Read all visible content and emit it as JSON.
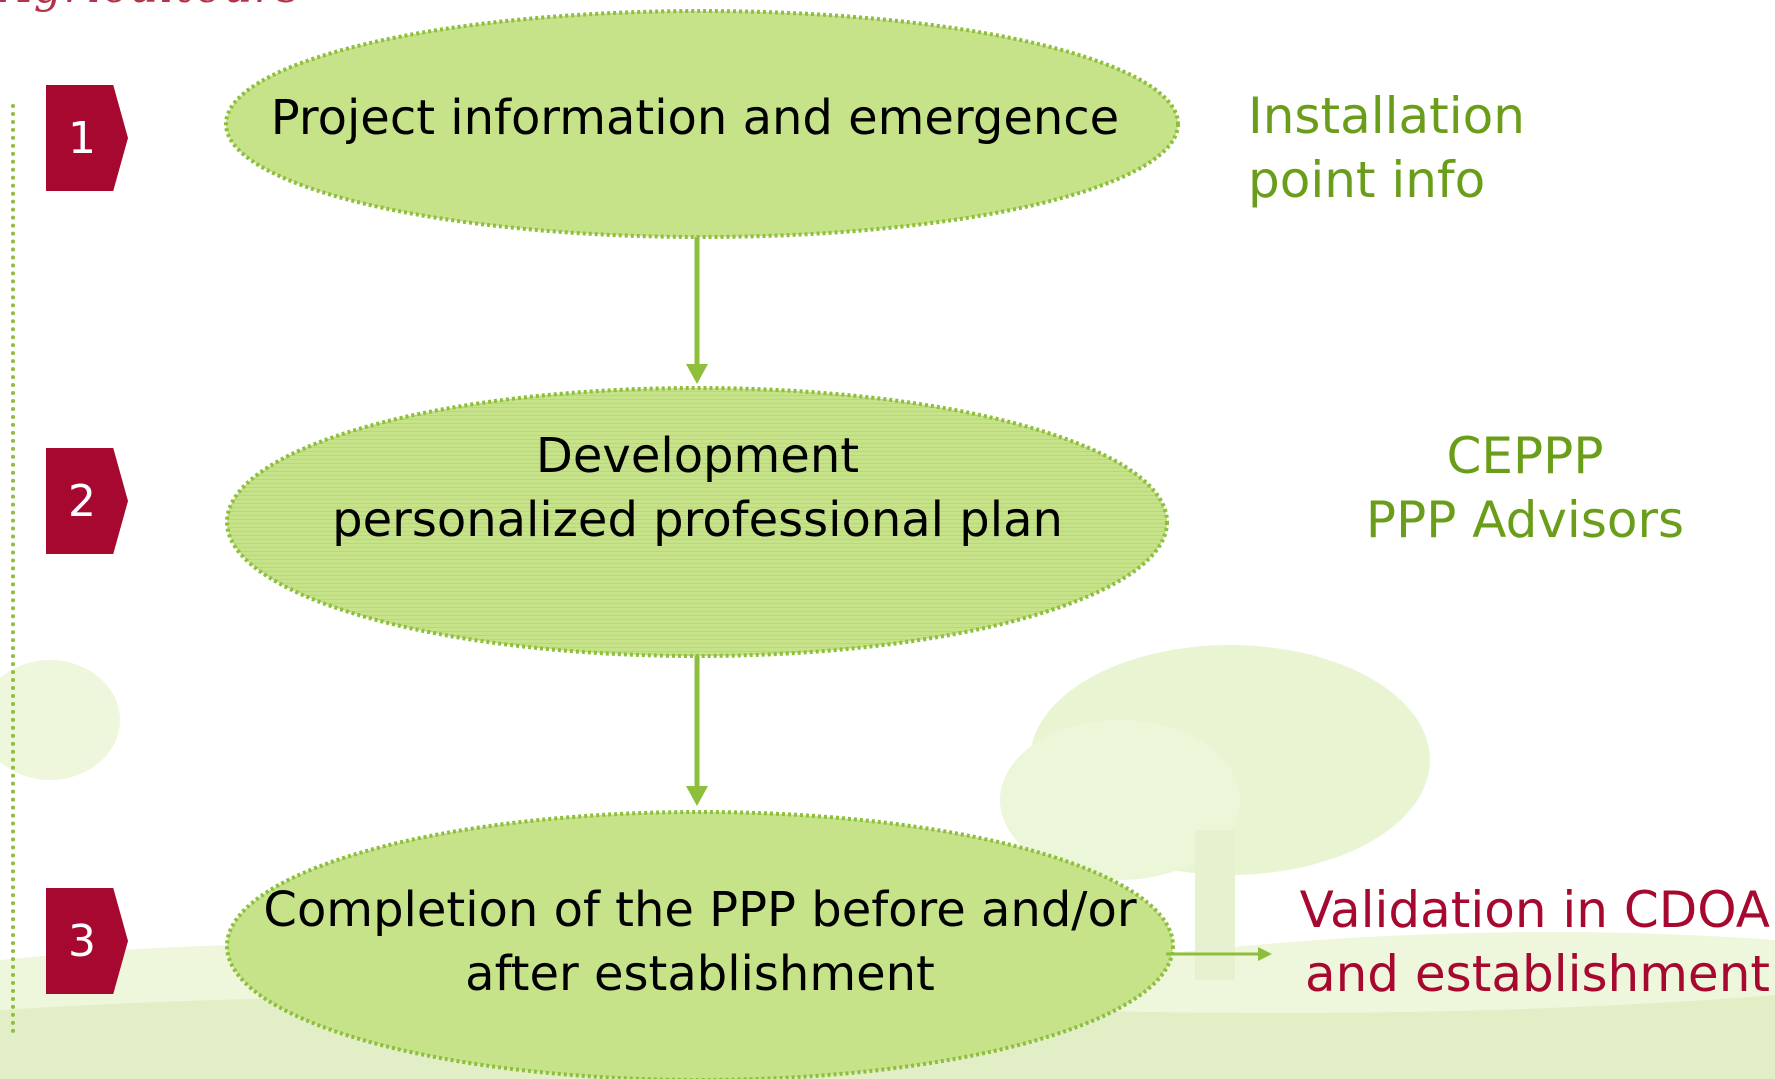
{
  "logo": {
    "text": "Agriculteurs"
  },
  "steps": [
    {
      "number": "1",
      "lines": [
        "Project  information and emergence"
      ],
      "side_lines": [
        "Installation",
        "point info"
      ],
      "side_color": "#6a9e1a"
    },
    {
      "number": "2",
      "lines": [
        "Development",
        "personalized professional plan"
      ],
      "side_lines": [
        "CEPPP",
        "PPP Advisors"
      ],
      "side_color": "#6a9e1a"
    },
    {
      "number": "3",
      "lines": [
        "Completion of the PPP before and/or",
        "after establishment"
      ],
      "side_lines": [
        "Validation in CDOA",
        "and establishment"
      ],
      "side_color": "#a6082f"
    }
  ],
  "colors": {
    "ellipse_fill": "#c6e38a",
    "ellipse_stroke": "#8dbf3c",
    "arrow": "#8dbf3c",
    "number_badge": "#a6082f"
  }
}
